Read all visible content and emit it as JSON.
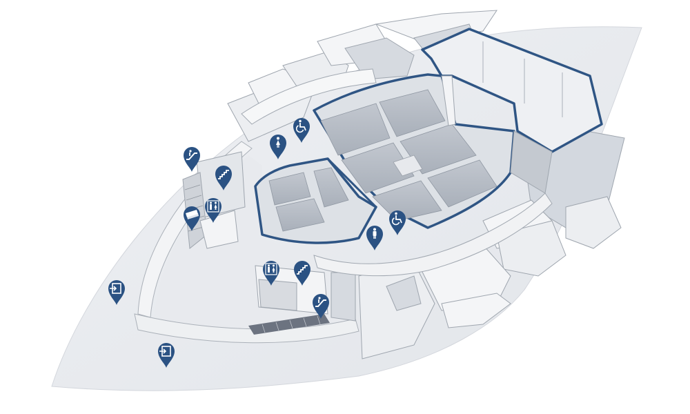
{
  "map": {
    "colors": {
      "background": "#ffffff",
      "platform": "#e6e8ec",
      "wall_light": "#f3f4f6",
      "wall_shade": "#c9cdd4",
      "seating": "#b4bac3",
      "stage": "#cfd3d9",
      "highlight": "#2f5584",
      "pin": "#2b5283",
      "pin_glyph": "#ffffff"
    },
    "highlighted_areas": [
      "main-auditorium",
      "lobby-room",
      "side-auditorium"
    ],
    "pins": [
      {
        "id": "pin-exit-west",
        "icon": "exit-icon"
      },
      {
        "id": "pin-exit-south",
        "icon": "exit-icon"
      },
      {
        "id": "pin-escalator-north",
        "icon": "escalator-icon"
      },
      {
        "id": "pin-stairs-north",
        "icon": "stairs-icon"
      },
      {
        "id": "pin-restroom-unisex-north",
        "icon": "restroom-icon"
      },
      {
        "id": "pin-tickets",
        "icon": "ticket-icon"
      },
      {
        "id": "pin-female-restroom",
        "icon": "female-icon"
      },
      {
        "id": "pin-accessible-north",
        "icon": "wheelchair-icon"
      },
      {
        "id": "pin-male-restroom",
        "icon": "male-icon"
      },
      {
        "id": "pin-accessible-south",
        "icon": "wheelchair-icon"
      },
      {
        "id": "pin-restroom-unisex-south",
        "icon": "restroom-icon"
      },
      {
        "id": "pin-stairs-south",
        "icon": "stairs-icon"
      },
      {
        "id": "pin-escalator-south",
        "icon": "escalator-icon"
      }
    ]
  }
}
